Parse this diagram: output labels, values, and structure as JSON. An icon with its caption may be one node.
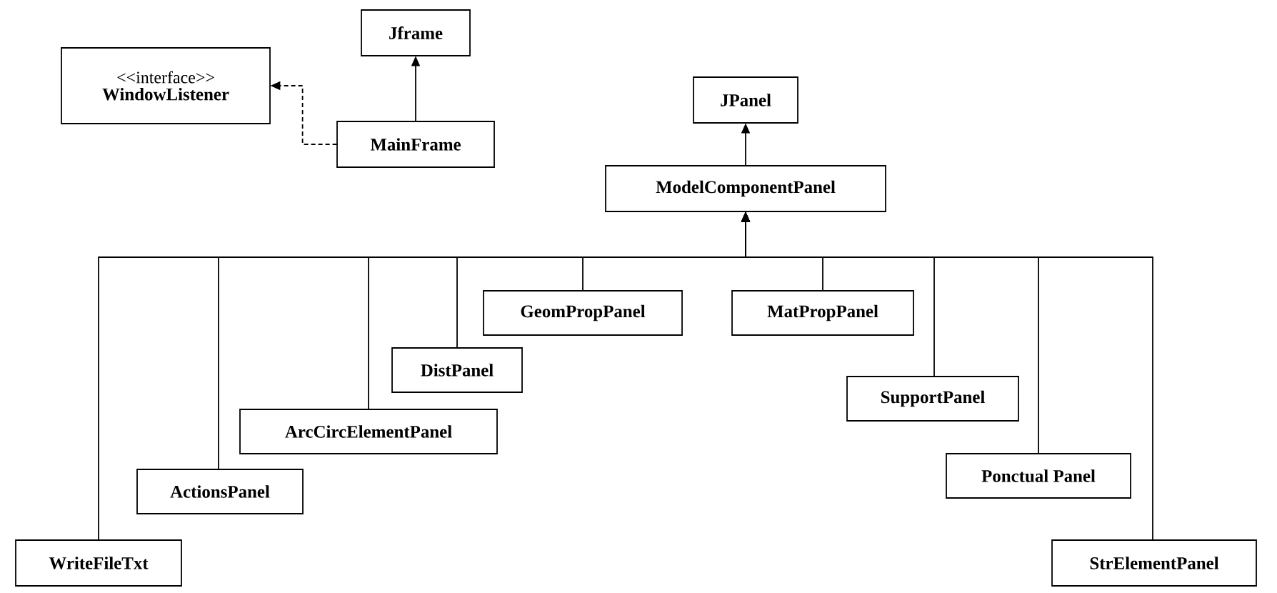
{
  "diagram": {
    "nodes": [
      {
        "text": [
          "Jframe"
        ]
      },
      {
        "text": [
          "<<interface>>",
          "WindowListener"
        ]
      },
      {
        "text": [
          "MainFrame"
        ]
      },
      {
        "text": [
          "JPanel"
        ]
      },
      {
        "text": [
          "ModelComponentPanel"
        ]
      },
      {
        "text": [
          "GeomPropPanel"
        ]
      },
      {
        "text": [
          "MatPropPanel"
        ]
      },
      {
        "text": [
          "DistPanel"
        ]
      },
      {
        "text": [
          "SupportPanel"
        ]
      },
      {
        "text": [
          "ArcCircElementPanel"
        ]
      },
      {
        "text": [
          "Ponctual Panel"
        ]
      },
      {
        "text": [
          "ActionsPanel"
        ]
      },
      {
        "text": [
          "WriteFileTxt"
        ]
      },
      {
        "text": [
          "StrElementPanel"
        ]
      }
    ],
    "edges": [
      {
        "from": 2,
        "to": 0,
        "arrow": "to"
      },
      {
        "from": 2,
        "to": 1,
        "arrow": "to",
        "style": "dashed"
      },
      {
        "from": 4,
        "to": 3,
        "arrow": "to"
      },
      {
        "from": 5,
        "to": 4,
        "arrow": "to"
      },
      {
        "from": 6,
        "to": 4,
        "arrow": "to"
      },
      {
        "from": 7,
        "to": 4,
        "arrow": "to"
      },
      {
        "from": 8,
        "to": 4,
        "arrow": "to"
      },
      {
        "from": 9,
        "to": 4,
        "arrow": "to"
      },
      {
        "from": 10,
        "to": 4,
        "arrow": "to"
      },
      {
        "from": 11,
        "to": 4,
        "arrow": "to"
      },
      {
        "from": 12,
        "to": 4,
        "arrow": "to"
      },
      {
        "from": 13,
        "to": 4,
        "arrow": "to"
      }
    ]
  }
}
